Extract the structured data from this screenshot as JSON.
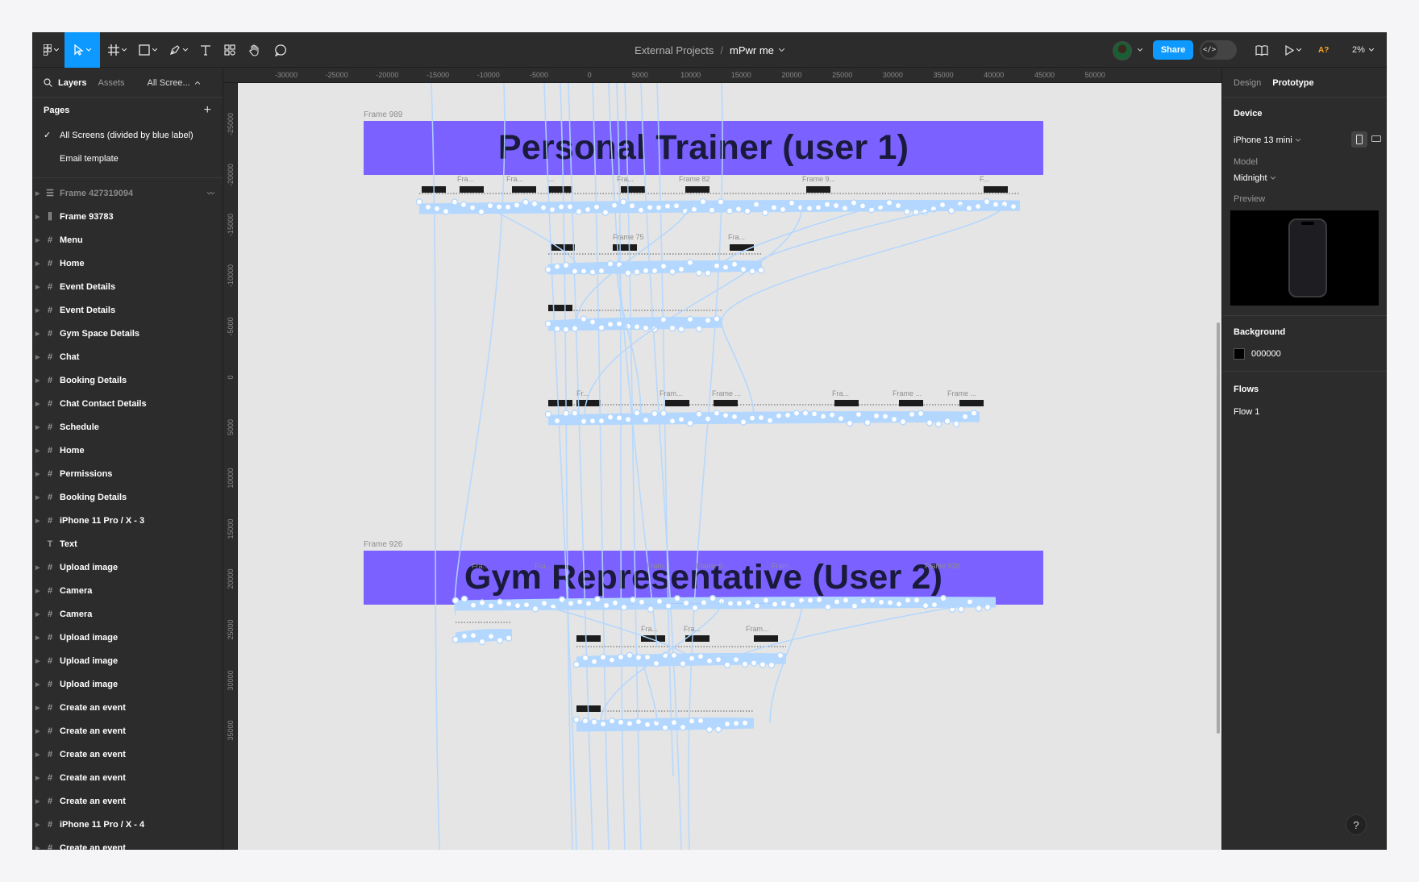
{
  "toolbar": {
    "project": "External Projects",
    "separator": "/",
    "file_name": "mPwr me",
    "share_label": "Share",
    "devmode_label": "</>",
    "a11y_label": "A?",
    "zoom_label": "2%"
  },
  "left_panel": {
    "tabs": {
      "layers": "Layers",
      "assets": "Assets",
      "page_selector": "All Scree..."
    },
    "pages_title": "Pages",
    "add_page": "+",
    "pages": [
      "All Screens (divided by blue label)",
      "Email template"
    ],
    "layers": [
      {
        "name": "Frame 427319094",
        "type": "auto",
        "dim": true
      },
      {
        "name": "Frame 93783",
        "type": "col"
      },
      {
        "name": "Menu",
        "type": "frame"
      },
      {
        "name": "Home",
        "type": "frame"
      },
      {
        "name": "Event Details",
        "type": "frame"
      },
      {
        "name": "Event Details",
        "type": "frame"
      },
      {
        "name": "Gym Space Details",
        "type": "frame"
      },
      {
        "name": "Chat",
        "type": "frame"
      },
      {
        "name": "Booking Details",
        "type": "frame"
      },
      {
        "name": "Chat Contact Details",
        "type": "frame"
      },
      {
        "name": "Schedule",
        "type": "frame"
      },
      {
        "name": "Home",
        "type": "frame"
      },
      {
        "name": "Permissions",
        "type": "frame"
      },
      {
        "name": "Booking Details",
        "type": "frame"
      },
      {
        "name": "iPhone 11 Pro / X - 3",
        "type": "frame"
      },
      {
        "name": "Text",
        "type": "text"
      },
      {
        "name": "Upload image",
        "type": "frame"
      },
      {
        "name": "Camera",
        "type": "frame"
      },
      {
        "name": "Camera",
        "type": "frame"
      },
      {
        "name": "Upload image",
        "type": "frame"
      },
      {
        "name": "Upload image",
        "type": "frame"
      },
      {
        "name": "Upload image",
        "type": "frame"
      },
      {
        "name": "Create an event",
        "type": "frame"
      },
      {
        "name": "Create an event",
        "type": "frame"
      },
      {
        "name": "Create an event",
        "type": "frame"
      },
      {
        "name": "Create an event",
        "type": "frame"
      },
      {
        "name": "Create an event",
        "type": "frame"
      },
      {
        "name": "iPhone 11 Pro / X - 4",
        "type": "frame"
      },
      {
        "name": "Create an event",
        "type": "frame"
      }
    ]
  },
  "rulers": {
    "top": [
      "-30000",
      "-25000",
      "-20000",
      "-15000",
      "-10000",
      "-5000",
      "0",
      "5000",
      "10000",
      "15000",
      "20000",
      "25000",
      "30000",
      "35000",
      "40000",
      "45000",
      "50000"
    ],
    "left": [
      "-25000",
      "-20000",
      "-15000",
      "-10000",
      "-5000",
      "0",
      "5000",
      "10000",
      "15000",
      "20000",
      "25000",
      "30000",
      "35000"
    ]
  },
  "canvas": {
    "frame1_label": "Frame 989",
    "banner1": "Personal Trainer (user 1)",
    "frame2_label": "Frame 926",
    "banner2": "Gym Representative (User 2)",
    "mini_labels": [
      "Fra...",
      "Fra...",
      "...",
      "Fra...",
      "Frame 82",
      "Frame 9...",
      "F...",
      "Frame 75",
      "Fra...",
      "Fr...",
      "Fram...",
      "Frame ...",
      "Fra...",
      "Frame ...",
      "Frame ...",
      "Fra...",
      "Fra...",
      "...",
      "Fram...",
      "Frame 9...",
      "Fram...",
      "Frame 939",
      "Fra...",
      "Fra...",
      "Fram..."
    ]
  },
  "right_panel": {
    "tabs": {
      "design": "Design",
      "prototype": "Prototype"
    },
    "device_title": "Device",
    "device_value": "iPhone 13 mini",
    "model_label": "Model",
    "model_value": "Midnight",
    "preview_label": "Preview",
    "background_title": "Background",
    "background_value": "000000",
    "flows_title": "Flows",
    "flow_item": "Flow 1"
  },
  "help_label": "?",
  "colors": {
    "accent": "#0d99ff",
    "banner": "#7b61ff",
    "connector": "#b3d7ff"
  }
}
